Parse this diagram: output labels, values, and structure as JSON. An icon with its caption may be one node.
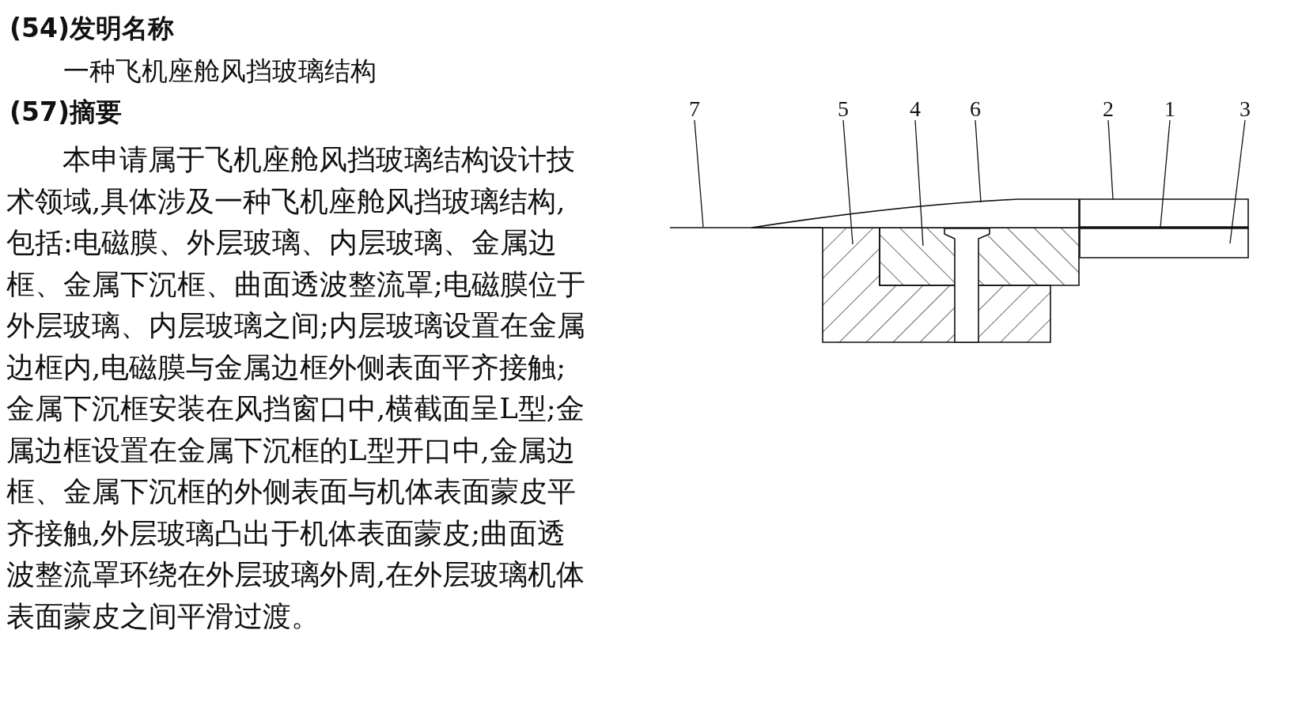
{
  "diagram": {
    "nodes": [
      {
        "text": [
          "7"
        ]
      },
      {
        "text": [
          "5"
        ]
      },
      {
        "text": [
          "4"
        ]
      },
      {
        "text": [
          "6"
        ]
      },
      {
        "text": [
          "2"
        ]
      },
      {
        "text": [
          "1"
        ]
      },
      {
        "text": [
          "3"
        ]
      },
      {
        "text": [],
        "shape": "bar"
      },
      {
        "text": [],
        "shape": "box"
      },
      {
        "text": [],
        "shape": "box"
      },
      {
        "text": [],
        "shape": "box"
      },
      {
        "text": [],
        "shape": "box"
      },
      {
        "text": [],
        "shape": "box"
      },
      {
        "text": [],
        "shape": "bar"
      },
      {
        "text": [],
        "shape": "box"
      }
    ],
    "edges": [
      {
        "from": 0,
        "to": 7,
        "arrow": "none"
      },
      {
        "from": 1,
        "to": 9,
        "arrow": "none"
      },
      {
        "from": 2,
        "to": 10,
        "arrow": "none"
      },
      {
        "from": 3,
        "to": 8,
        "arrow": "none"
      },
      {
        "from": 4,
        "to": 12,
        "arrow": "none"
      },
      {
        "from": 5,
        "to": 13,
        "arrow": "none"
      },
      {
        "from": 6,
        "to": 14,
        "arrow": "none"
      }
    ],
    "labels": [
      "(54)发明名称",
      "一种飞机座舱风挡玻璃结构",
      "(57)摘要",
      "本申请属于飞机座舱风挡玻璃结构设计技术领域,具体涉及一种飞机座舱风挡玻璃结构,包括:电磁膜、外层玻璃、内层玻璃、金属边框、金属下沉框、曲面透波整流罩;电磁膜位于外层玻璃、内层玻璃之间;内层玻璃设置在金属边框内,电磁膜与金属边框外侧表面平齐接触;金属下沉框安装在风挡窗口中,横截面呈L型;金属边框设置在金属下沉框的L型开口中,金属边框、金属下沉框的外侧表面与机体表面蒙皮平齐接触,外层玻璃凸出于机体表面蒙皮;曲面透波整流罩环绕在外层玻璃外周,在外层玻璃机体表面蒙皮之间平滑过渡。"
    ]
  }
}
